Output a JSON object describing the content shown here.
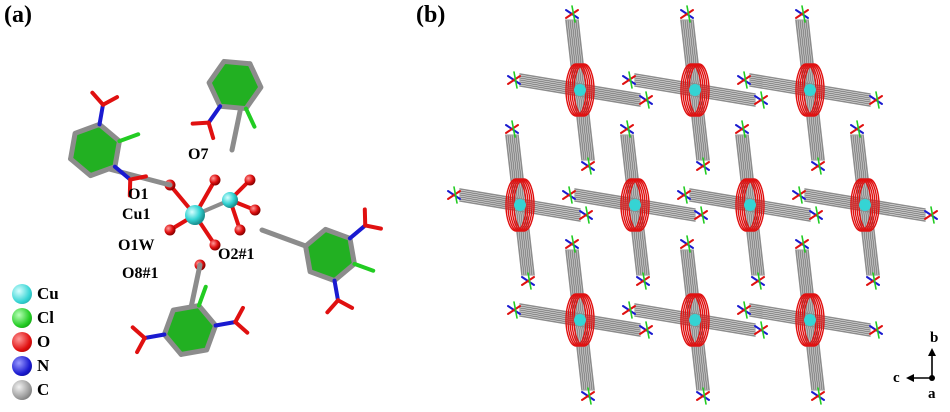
{
  "panels": {
    "a_label": "(a)",
    "b_label": "(b)"
  },
  "atom_labels": {
    "o7": "O7",
    "o1": "O1",
    "cu1": "Cu1",
    "o1w": "O1W",
    "o2_1": "O2#1",
    "o8_1": "O8#1"
  },
  "legend": [
    {
      "symbol": "Cu",
      "color": "#35d4d4"
    },
    {
      "symbol": "Cl",
      "color": "#22cc22"
    },
    {
      "symbol": "O",
      "color": "#e01010"
    },
    {
      "symbol": "N",
      "color": "#1a1ad0"
    },
    {
      "symbol": "C",
      "color": "#9a9a9a"
    }
  ],
  "axes": {
    "b": "b",
    "c": "c",
    "a": "a"
  },
  "colors": {
    "bond_gray": "#8c8c8c",
    "ring_green": "#22b022",
    "oxygen": "#e01010",
    "nitrogen": "#1a1ad0",
    "chlorine": "#22cc22",
    "copper": "#35d4d4"
  }
}
